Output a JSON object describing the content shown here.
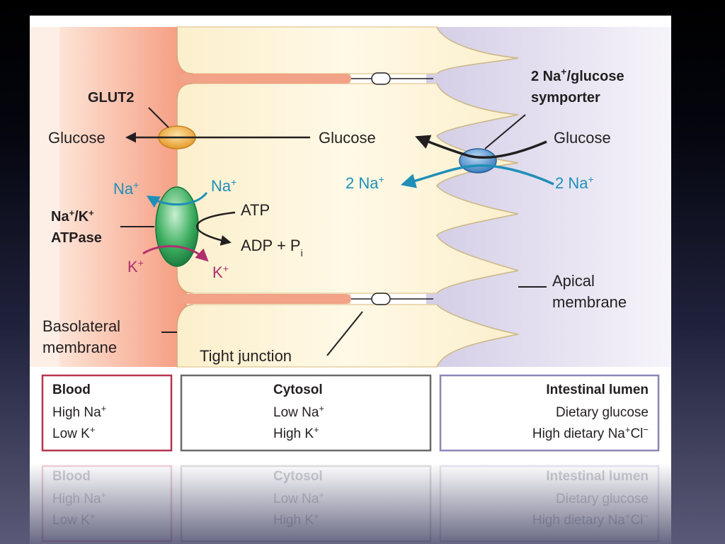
{
  "diagram": {
    "labels": {
      "glut2": "GLUT2",
      "glucose_blood": "Glucose",
      "glucose_cytosol": "Glucose",
      "glucose_lumen": "Glucose",
      "symporter_line1": "2 Na",
      "symporter_sup": "+",
      "symporter_line1_rest": "/glucose",
      "symporter_line2": "symporter",
      "na_left": "Na",
      "na_mid": "Na",
      "na_cytosol": "2 Na",
      "na_lumen": "2 Na",
      "plus": "+",
      "atp": "ATP",
      "adp": "ADP + P",
      "adp_sub": "i",
      "k_left": "K",
      "k_right": "K",
      "atpase_line1_a": "Na",
      "atpase_line1_sup1": "+",
      "atpase_line1_b": "/K",
      "atpase_line1_sup2": "+",
      "atpase_line2": "ATPase",
      "apical_line1": "Apical",
      "apical_line2": "membrane",
      "basolateral_line1": "Basolateral",
      "basolateral_line2": "membrane",
      "tight_junction": "Tight junction"
    },
    "colors": {
      "blood": "#f7a58a",
      "cytosol": "#fbf1d2",
      "lumen": "#ddd8ec",
      "sodium": "#1f8fb8",
      "potassium": "#b0306e",
      "glut2": "#f2b34a",
      "atpase": "#2e9a4e",
      "symporter": "#4a8fd0"
    }
  },
  "table": {
    "blood": {
      "title": "Blood",
      "line1": "High Na",
      "line1_sup": "+",
      "line2": "Low K",
      "line2_sup": "+",
      "border": "#b5344e"
    },
    "cytosol": {
      "title": "Cytosol",
      "line1": "Low Na",
      "line1_sup": "+",
      "line2": "High K",
      "line2_sup": "+",
      "border": "#6b6b6b"
    },
    "lumen": {
      "title": "Intestinal lumen",
      "line1": "Dietary glucose",
      "line2": "High dietary Na",
      "line2_sup": "+",
      "line2_mid": "Cl",
      "line2_sup2": "−",
      "border": "#8a86b5"
    }
  }
}
